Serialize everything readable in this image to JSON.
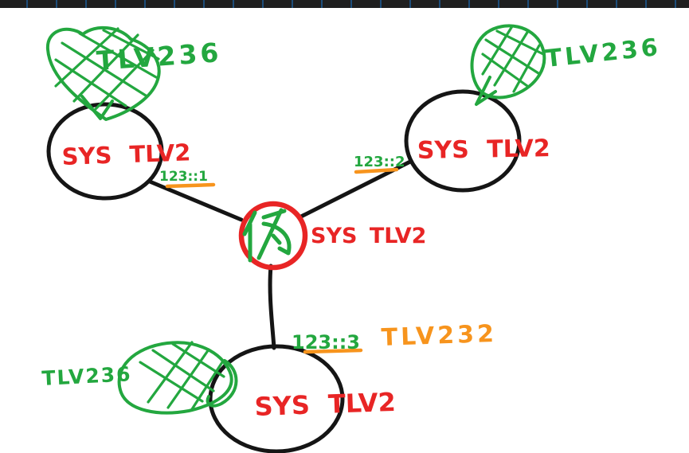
{
  "colors": {
    "canvas-bg": "#ffffff",
    "topbar-bg": "#1f1f1f",
    "topbar-divider": "#1d4d7a",
    "ink": "#151515",
    "red": "#e82525",
    "green": "#23a73f",
    "orange": "#f7941d"
  },
  "canvas": {
    "center_node": {
      "character": "伪",
      "label": "SYS TLV2"
    },
    "nodes": [
      {
        "id": "top-left",
        "label": "SYS TLV2",
        "balloon_tag": "TLV236",
        "link_label": "123::1"
      },
      {
        "id": "top-right",
        "label": "SYS TLV2",
        "balloon_tag": "TLV236",
        "link_label": "123::2"
      },
      {
        "id": "bottom",
        "label": "SYS TLV2",
        "balloon_tag": "TLV236",
        "link_label": "123::3",
        "link_extra_tag": "TLV232"
      }
    ]
  }
}
